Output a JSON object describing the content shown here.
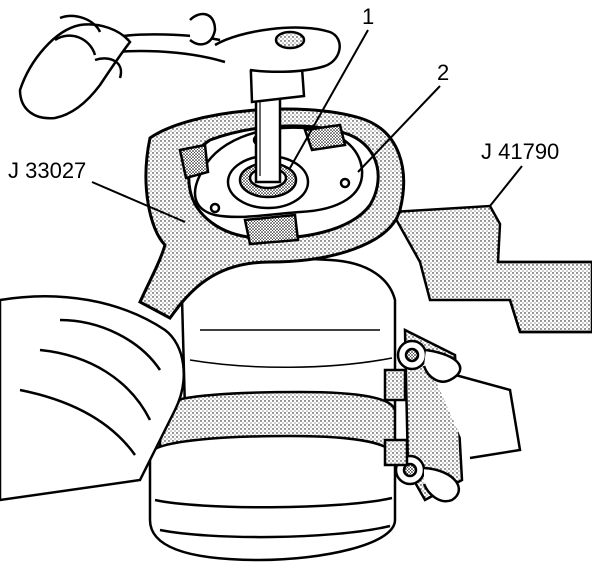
{
  "labels": {
    "callout_1": "1",
    "callout_2": "2",
    "tool_left": "J 33027",
    "tool_right": "J 41790"
  },
  "colors": {
    "ink": "#000000",
    "paper": "#ffffff",
    "shade": "#d9d9d9"
  }
}
